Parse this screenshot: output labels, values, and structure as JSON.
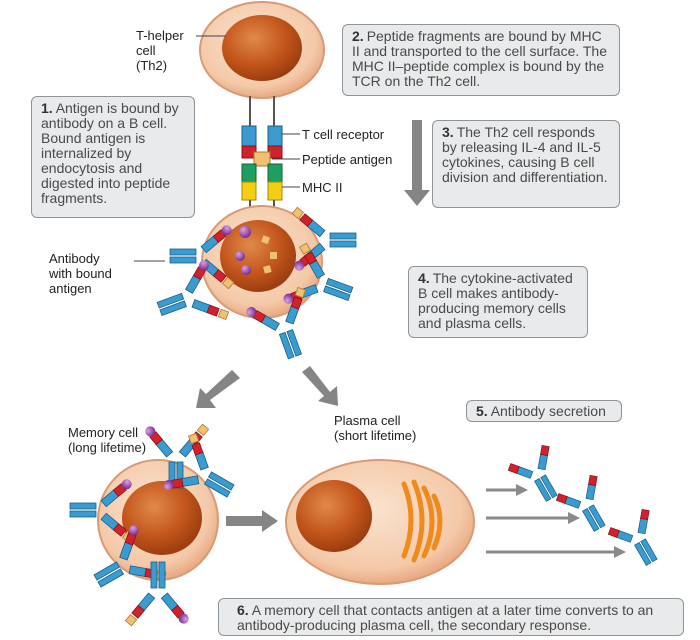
{
  "labels": {
    "t_helper": "T-helper\ncell\n(Th2)",
    "t_cell_receptor": "T cell receptor",
    "peptide_antigen": "Peptide antigen",
    "mhc_ii": "MHC II",
    "antibody_with_antigen": "Antibody\nwith bound\nantigen",
    "memory_cell": "Memory cell\n(long lifetime)",
    "plasma_cell": "Plasma cell\n(short lifetime)"
  },
  "steps": [
    {
      "number": "1.",
      "text": "Antigen is bound by antibody on a B cell. Bound antigen is internalized by endocytosis and digested into peptide fragments."
    },
    {
      "number": "2.",
      "text": "Peptide fragments are bound by MHC II and transported to the cell surface. The MHC II–peptide complex is bound by the TCR on the Th2 cell."
    },
    {
      "number": "3.",
      "text": "The Th2 cell responds by releasing IL-4 and IL-5 cytokines, causing B cell division and differentiation."
    },
    {
      "number": "4.",
      "text": "The cytokine-activated B cell makes antibody-producing memory cells and plasma cells."
    },
    {
      "number": "5.",
      "text": "Antibody secretion"
    },
    {
      "number": "6.",
      "text": "A memory cell that contacts antigen at a later time converts to an antibody-producing plasma cell, the secondary response."
    }
  ],
  "colors": {
    "cell_membrane": "#f2c2a0",
    "cytoplasm": "#f7d4b8",
    "nucleus": "#c2541a",
    "antibody_blue": "#3a9bd0",
    "antibody_red": "#d0222d",
    "antigen_purple": "#8e3fa0",
    "peptide": "#f0c072",
    "mhc_green": "#1e9e63",
    "mhc_yellow": "#f2cf14",
    "arrow_gray": "#808080",
    "golgi": "#f08a1c"
  }
}
